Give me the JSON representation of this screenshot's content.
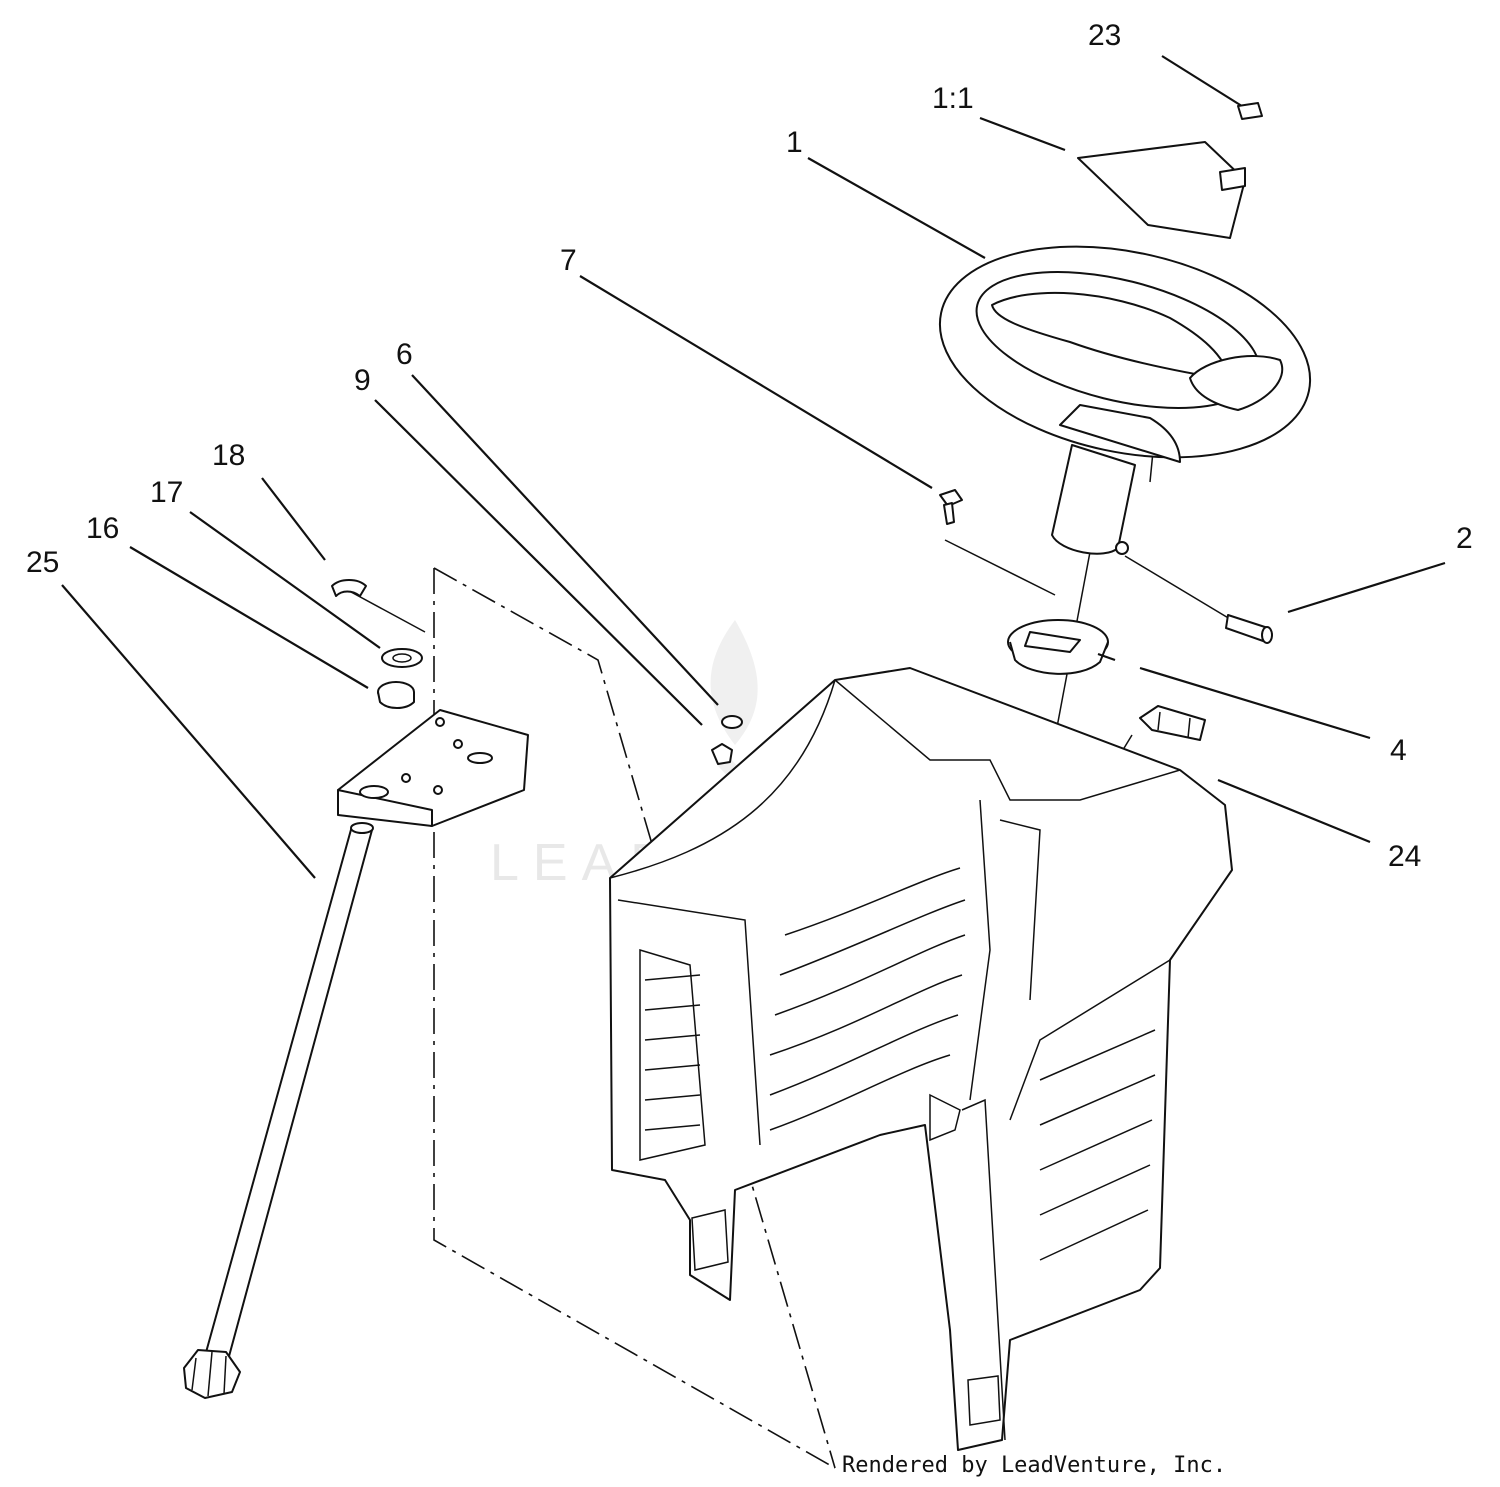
{
  "diagram": {
    "callouts": [
      {
        "id": "23",
        "label": "23"
      },
      {
        "id": "1-1",
        "label": "1:1"
      },
      {
        "id": "1",
        "label": "1"
      },
      {
        "id": "7",
        "label": "7"
      },
      {
        "id": "6",
        "label": "6"
      },
      {
        "id": "9",
        "label": "9"
      },
      {
        "id": "18",
        "label": "18"
      },
      {
        "id": "17",
        "label": "17"
      },
      {
        "id": "16",
        "label": "16"
      },
      {
        "id": "25",
        "label": "25"
      },
      {
        "id": "2",
        "label": "2"
      },
      {
        "id": "4",
        "label": "4"
      },
      {
        "id": "24",
        "label": "24"
      }
    ],
    "credit": "Rendered by LeadVenture, Inc.",
    "watermark": "LEADVENTURE"
  },
  "colors": {
    "line": "#111111",
    "background": "#ffffff",
    "watermark": "#e8e8e8"
  }
}
